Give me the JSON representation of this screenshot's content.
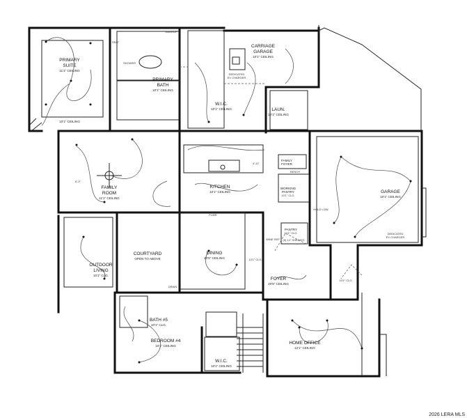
{
  "rooms": {
    "primary_suite": {
      "name_1": "PRIMARY",
      "name_2": "SUITE",
      "ceiling": "11'1\" CEILING",
      "ceiling_2": "10'1\" CEILING"
    },
    "primary_bath": {
      "name_1": "PRIMARY",
      "name_2": "BATH",
      "ceiling": "10'1\" CEILING"
    },
    "carriage_garage": {
      "name_1": "CARRIAGE",
      "name_2": "GARAGE",
      "ceiling": "10'1\" CEILING",
      "note_1": "DEDICATED",
      "note_2": "EV CHARGER"
    },
    "wic_primary": {
      "name": "W.I.C.",
      "ceiling": "10'1\" CEILING"
    },
    "laundry": {
      "name": "LAUN.",
      "ceiling": "10'1\" CEILING"
    },
    "family_foyer": {
      "name_1": "FAMILY",
      "name_2": "FOYER"
    },
    "bench": "BENCH",
    "working_pantry": {
      "name_1": "WORKING",
      "name_2": "PANTRY",
      "ceiling": "10'1\" CLG."
    },
    "kitchen": {
      "name": "KITCHEN",
      "ceiling": "10'1\" CEILING"
    },
    "family_room": {
      "name_1": "FAMILY",
      "name_2": "ROOM",
      "ceiling": "11'1\" CEILING"
    },
    "garage": {
      "name": "GARAGE",
      "ceiling": "10'1\" CEILING",
      "note_1": "DEDICATED",
      "note_2": "EV CHARGER",
      "hold_low": "HOLD LOW"
    },
    "pantry": {
      "name": "PANTRY",
      "ceiling": "10'1\" CLG.",
      "shelves": "(5) 14\" SHELVES"
    },
    "outdoor_living": {
      "name_1": "OUTDOOR",
      "name_2": "LIVING",
      "ceiling": "10'1\" CLG."
    },
    "courtyard": {
      "name": "COURTYARD",
      "note": "OPEN TO ABOVE"
    },
    "dining": {
      "name": "DINING",
      "ceiling": "20'5\" CEILING"
    },
    "foyer": {
      "name": "FOYER",
      "ceiling": "20'5\" CEILING"
    },
    "bath5": {
      "name": "BATH #5",
      "ceiling": "10'1\" CLG."
    },
    "bedroom4": {
      "name": "BEDROOM #4",
      "ceiling": "10'1\" CEILING"
    },
    "wic_bed": {
      "name": "W.I.C.",
      "ceiling": "10'1\" CEILING"
    },
    "home_office": {
      "name": "HOME OFFICE",
      "ceiling": "12'1\" CEILING"
    }
  },
  "annotations": {
    "dim_1": "6'-0\"",
    "dim_2": "4'-11\"",
    "dim_3": "10'1\" CLG.",
    "dim_4": "10'1\" CLG.",
    "fl_br": "FL/BR",
    "drain": "DRAIN",
    "wine": "WINE SEP",
    "shower": "SHOWER",
    "makeup": "MAKEUP",
    "seat": "SEAT"
  },
  "watermark": "2026 LERA MLS"
}
